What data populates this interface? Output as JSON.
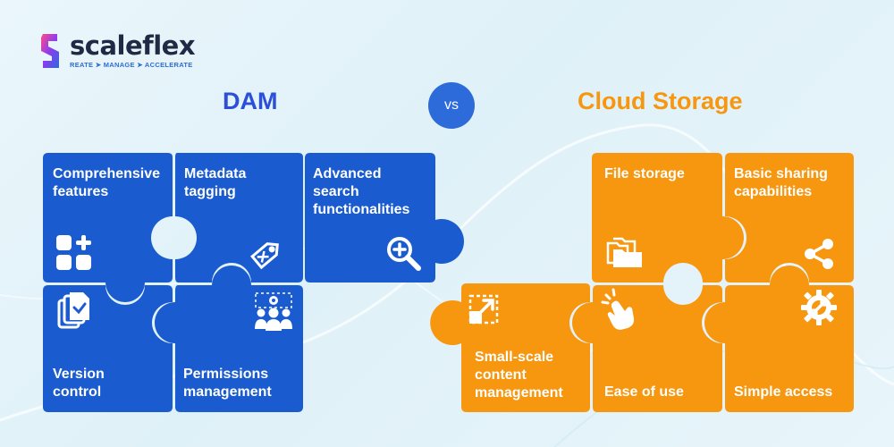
{
  "brand": {
    "name": "scaleflex",
    "tagline": "REATE ➤ MANAGE ➤ ACCELERATE"
  },
  "headings": {
    "dam": "DAM",
    "vs": "vs",
    "cloud": "Cloud Storage"
  },
  "colors": {
    "dam_blue": "#1a5bd0",
    "cloud_orange": "#f7960f",
    "heading_blue": "#2b4fd8"
  },
  "dam": {
    "comprehensive": {
      "label": "Comprehensive\nfeatures",
      "icon": "grid-plus-icon"
    },
    "metadata": {
      "label": "Metadata\ntagging",
      "icon": "tags-icon"
    },
    "search": {
      "label": "Advanced\nsearch\nfunctionalities",
      "icon": "search-plus-icon"
    },
    "version": {
      "label": "Version\ncontrol",
      "icon": "documents-check-icon"
    },
    "permissions": {
      "label": "Permissions\nmanagement",
      "icon": "users-gear-icon"
    }
  },
  "cloud": {
    "file_storage": {
      "label": "File storage",
      "icon": "folders-icon"
    },
    "sharing": {
      "label": "Basic sharing\ncapabilities",
      "icon": "share-icon"
    },
    "small_scale": {
      "label": "Small-scale\ncontent\nmanagement",
      "icon": "expand-arrow-icon"
    },
    "ease": {
      "label": "Ease of use",
      "icon": "hand-pointer-icon"
    },
    "simple": {
      "label": "Simple access",
      "icon": "gear-link-icon"
    }
  }
}
